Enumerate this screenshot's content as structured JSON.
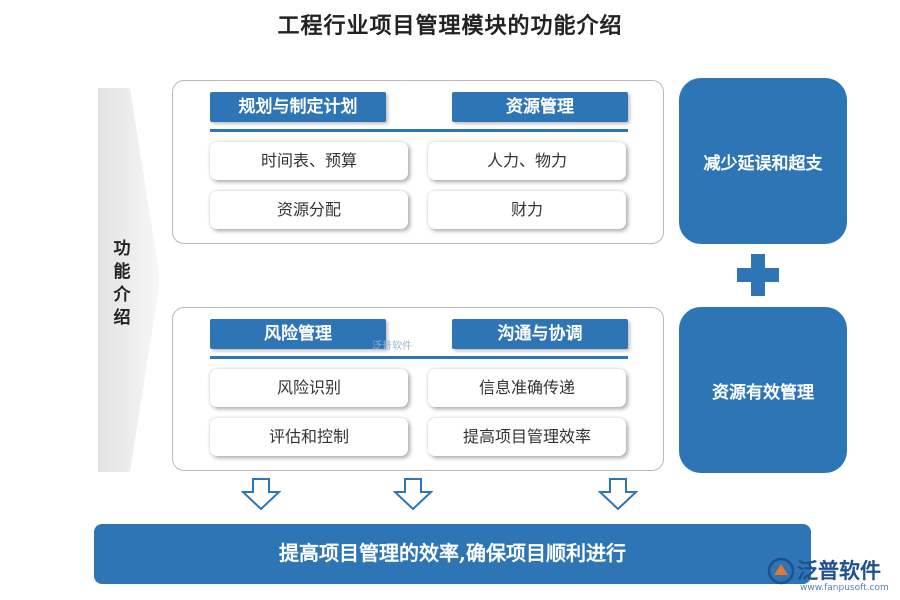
{
  "title": "工程行业项目管理模块的功能介绍",
  "side_label": "功能介绍",
  "panel_top": {
    "header_left": "规划与制定计划",
    "header_right": "资源管理",
    "items": [
      "时间表、预算",
      "人力、物力",
      "资源分配",
      "财力"
    ]
  },
  "panel_bottom": {
    "header_left": "风险管理",
    "header_right": "沟通与协调",
    "items": [
      "风险识别",
      "信息准确传递",
      "评估和控制",
      "提高项目管理效率"
    ]
  },
  "right_boxes": [
    "减少延误和超支",
    "资源有效管理"
  ],
  "bottom_bar": "提高项目管理的效率,确保项目顺利进行",
  "watermark": "泛普软件",
  "logo": {
    "name": "泛普软件",
    "url": "www.fanpusoft.com"
  },
  "colors": {
    "accent": "#2e75b6",
    "arrow_outline": "#2e75b6",
    "logo": "#1f4f8f"
  }
}
